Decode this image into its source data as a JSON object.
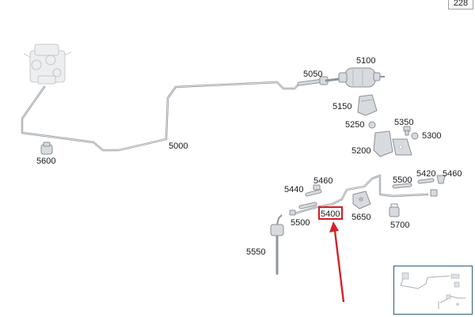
{
  "page_number": "228",
  "highlight_color": "#d2232a",
  "parts": {
    "p5000": "5000",
    "p5050": "5050",
    "p5100": "5100",
    "p5150": "5150",
    "p5200": "5200",
    "p5250": "5250",
    "p5300": "5300",
    "p5350": "5350",
    "p5400": "5400",
    "p5420": "5420",
    "p5440": "5440",
    "p5460a": "5460",
    "p5460b": "5460",
    "p5500a": "5500",
    "p5500b": "5500",
    "p5550": "5550",
    "p5600": "5600",
    "p5650": "5650",
    "p5700": "5700"
  },
  "icons": {
    "arrow": "red-pointer-arrow",
    "thumbnail": "overview-thumbnail"
  }
}
